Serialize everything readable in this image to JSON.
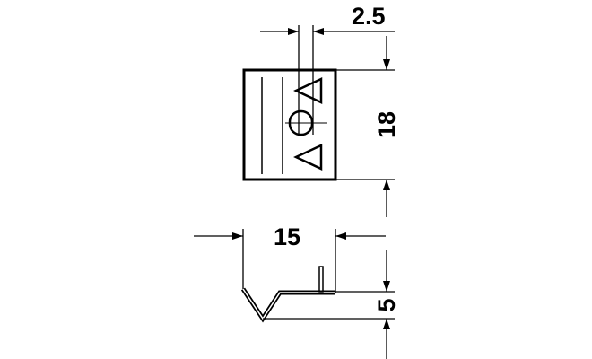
{
  "drawing": {
    "dimensions": {
      "slot_width": "2.5",
      "height": "18",
      "width": "15",
      "depth": "5"
    },
    "colors": {
      "line": "#000000",
      "background": "#ffffff"
    }
  }
}
